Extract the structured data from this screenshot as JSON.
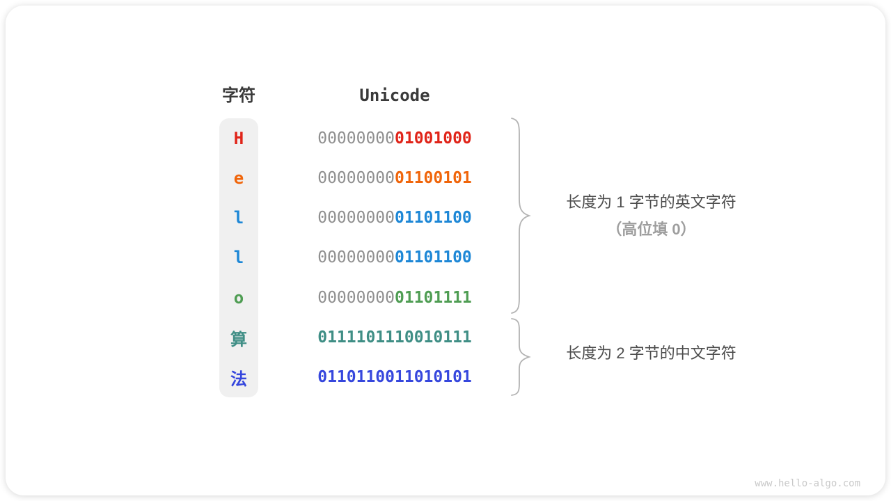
{
  "table": {
    "headers": {
      "char": "字符",
      "unicode": "Unicode"
    },
    "gray_byte_color": "#8f8f8f",
    "rows": [
      {
        "char": "H",
        "byte1": "00000000",
        "byte2": "01001000",
        "color": "#e02419",
        "byte1_colored": false
      },
      {
        "char": "e",
        "byte1": "00000000",
        "byte2": "01100101",
        "color": "#f0650a",
        "byte1_colored": false
      },
      {
        "char": "l",
        "byte1": "00000000",
        "byte2": "01101100",
        "color": "#1d87d6",
        "byte1_colored": false
      },
      {
        "char": "l",
        "byte1": "00000000",
        "byte2": "01101100",
        "color": "#1d87d6",
        "byte1_colored": false
      },
      {
        "char": "o",
        "byte1": "00000000",
        "byte2": "01101111",
        "color": "#4f9d53",
        "byte1_colored": false
      },
      {
        "char": "算",
        "byte1": "01111011",
        "byte2": "10010111",
        "color": "#3f8e85",
        "byte1_colored": true
      },
      {
        "char": "法",
        "byte1": "01101100",
        "byte2": "11010101",
        "color": "#3647dd",
        "byte1_colored": true
      }
    ]
  },
  "annotations": {
    "english": {
      "line1": "长度为 1 字节的英文字符",
      "line2": "（高位填 0）"
    },
    "chinese": {
      "line1": "长度为 2 字节的中文字符"
    }
  },
  "brace_color": "#b3b3b3",
  "watermark": "www.hello-algo.com"
}
